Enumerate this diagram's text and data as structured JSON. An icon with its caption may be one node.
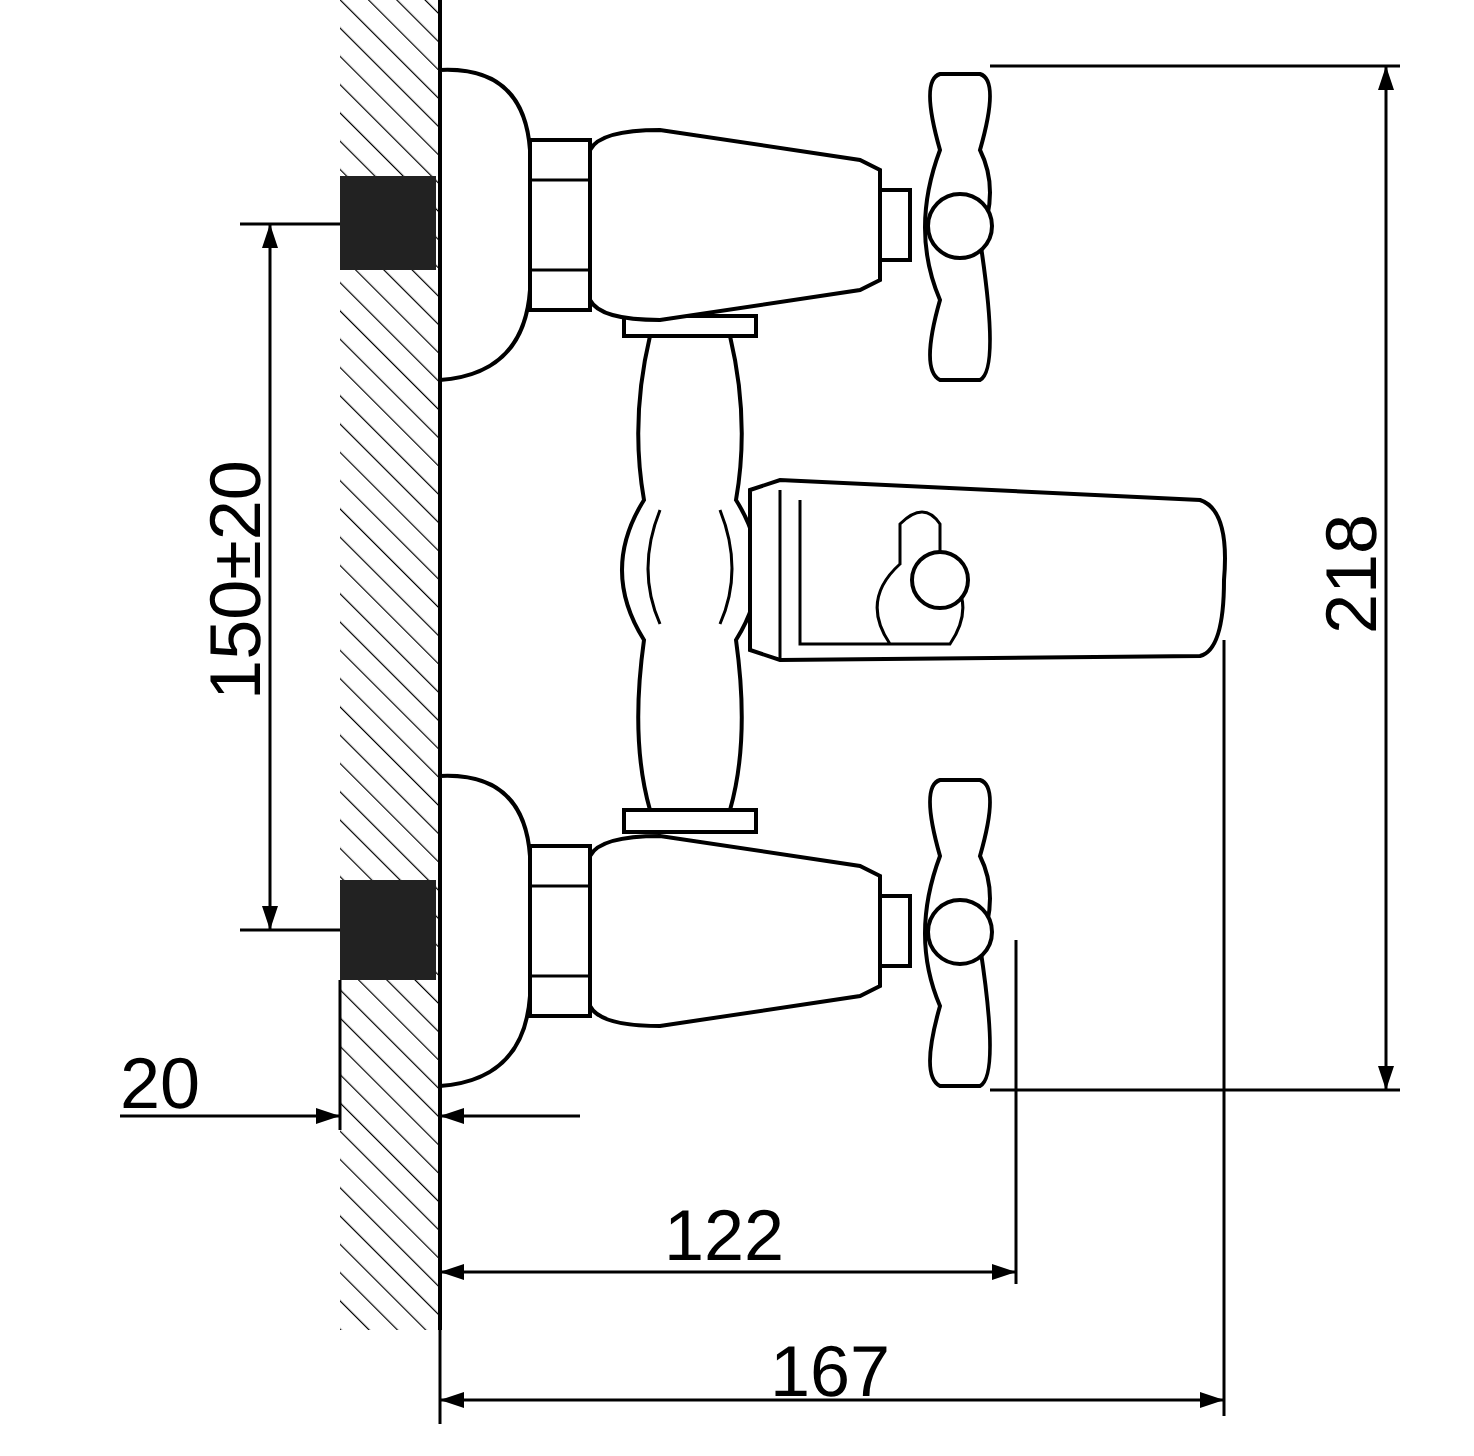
{
  "diagram": {
    "labels": [
      "150±20",
      "218",
      "20",
      "122",
      "167"
    ]
  }
}
